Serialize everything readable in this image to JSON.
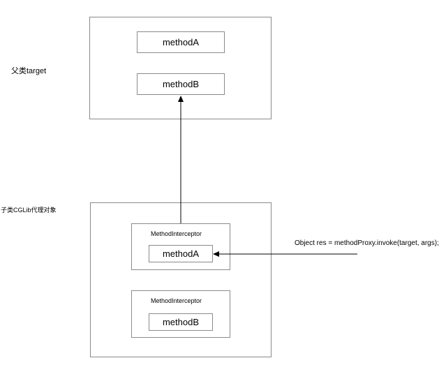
{
  "parent": {
    "label": "父类target",
    "methods": [
      "methodA",
      "methodB"
    ]
  },
  "child": {
    "label": "子类CGLib代理对象",
    "interceptors": [
      {
        "title": "MethodInterceptor",
        "method": "methodA"
      },
      {
        "title": "MethodInterceptor",
        "method": "methodB"
      }
    ]
  },
  "annotation": "Object res = methodProxy.invoke(target, args);"
}
